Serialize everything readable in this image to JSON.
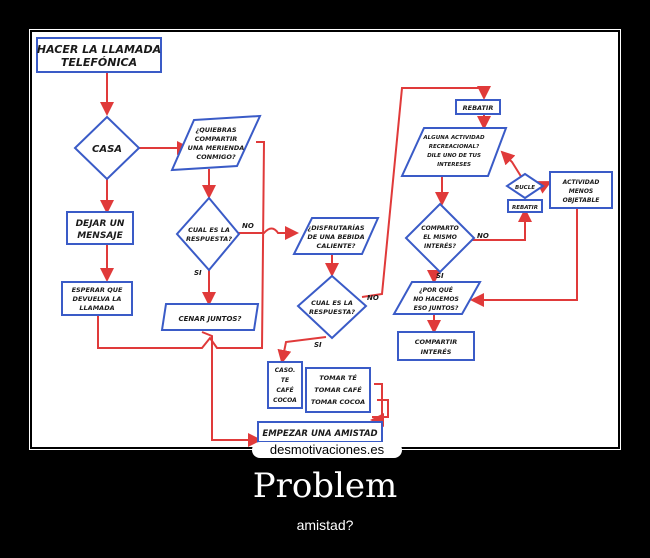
{
  "flowchart": {
    "start": [
      "HACER LA LLAMADA",
      "TELEFÓNICA"
    ],
    "casa": [
      "CASA"
    ],
    "dejar": [
      "DEJAR UN",
      "MENSAJE"
    ],
    "esperar": [
      "ESPERAR QUE",
      "DEVUELVA LA",
      "LLAMADA"
    ],
    "merienda": [
      "¿QUIEBRAS",
      "COMPARTIR",
      "UNA MERIENDA",
      "CONMIGO?"
    ],
    "respuesta1": [
      "CUAL ES LA",
      "RESPUESTA?"
    ],
    "cenar": [
      "CENAR JUNTOS?"
    ],
    "bebida": [
      "¿DISFRUTARÍAS",
      "DE UNA BEBIDA",
      "CALIENTE?"
    ],
    "respuesta2": [
      "CUAL ES LA",
      "RESPUESTA?"
    ],
    "opciones_left": [
      "CASO.",
      "TE",
      "CAFÉ",
      "COCOA"
    ],
    "opciones_right": [
      "TOMAR TÉ",
      "TOMAR CAFÉ",
      "TOMAR COCOA"
    ],
    "amistad": [
      "EMPEZAR UNA AMISTAD"
    ],
    "rebatir_top": [
      "REBATIR"
    ],
    "actividad": [
      "ALGUNA ACTIVIDAD",
      "RECREACIONAL?",
      "DILE UNO DE TUS",
      "INTERESES"
    ],
    "comparto": [
      "COMPARTO",
      "EL MISMO",
      "INTERÉS?"
    ],
    "bucle": [
      "BUCLE"
    ],
    "rebatir_right": [
      "REBATIR"
    ],
    "menos": [
      "ACTIVIDAD",
      "MENOS",
      "OBJETABLE"
    ],
    "porque": [
      "¿POR QUÉ",
      "NO HACEMOS",
      "ESO JUNTOS?"
    ],
    "compartir": [
      "COMPARTIR",
      "INTERÉS"
    ],
    "label_no1": "NO",
    "label_si1": "SI",
    "label_no2": "NO",
    "label_si2": "SI",
    "label_no3": "NO",
    "label_si3": "SI"
  },
  "watermark": "desmotivaciones.es",
  "poster": {
    "title": "Problem",
    "subtitle": "amistad?"
  },
  "colors": {
    "background": "#000000",
    "box_stroke": "#3a5bc7",
    "arrow": "#e03a3a"
  }
}
